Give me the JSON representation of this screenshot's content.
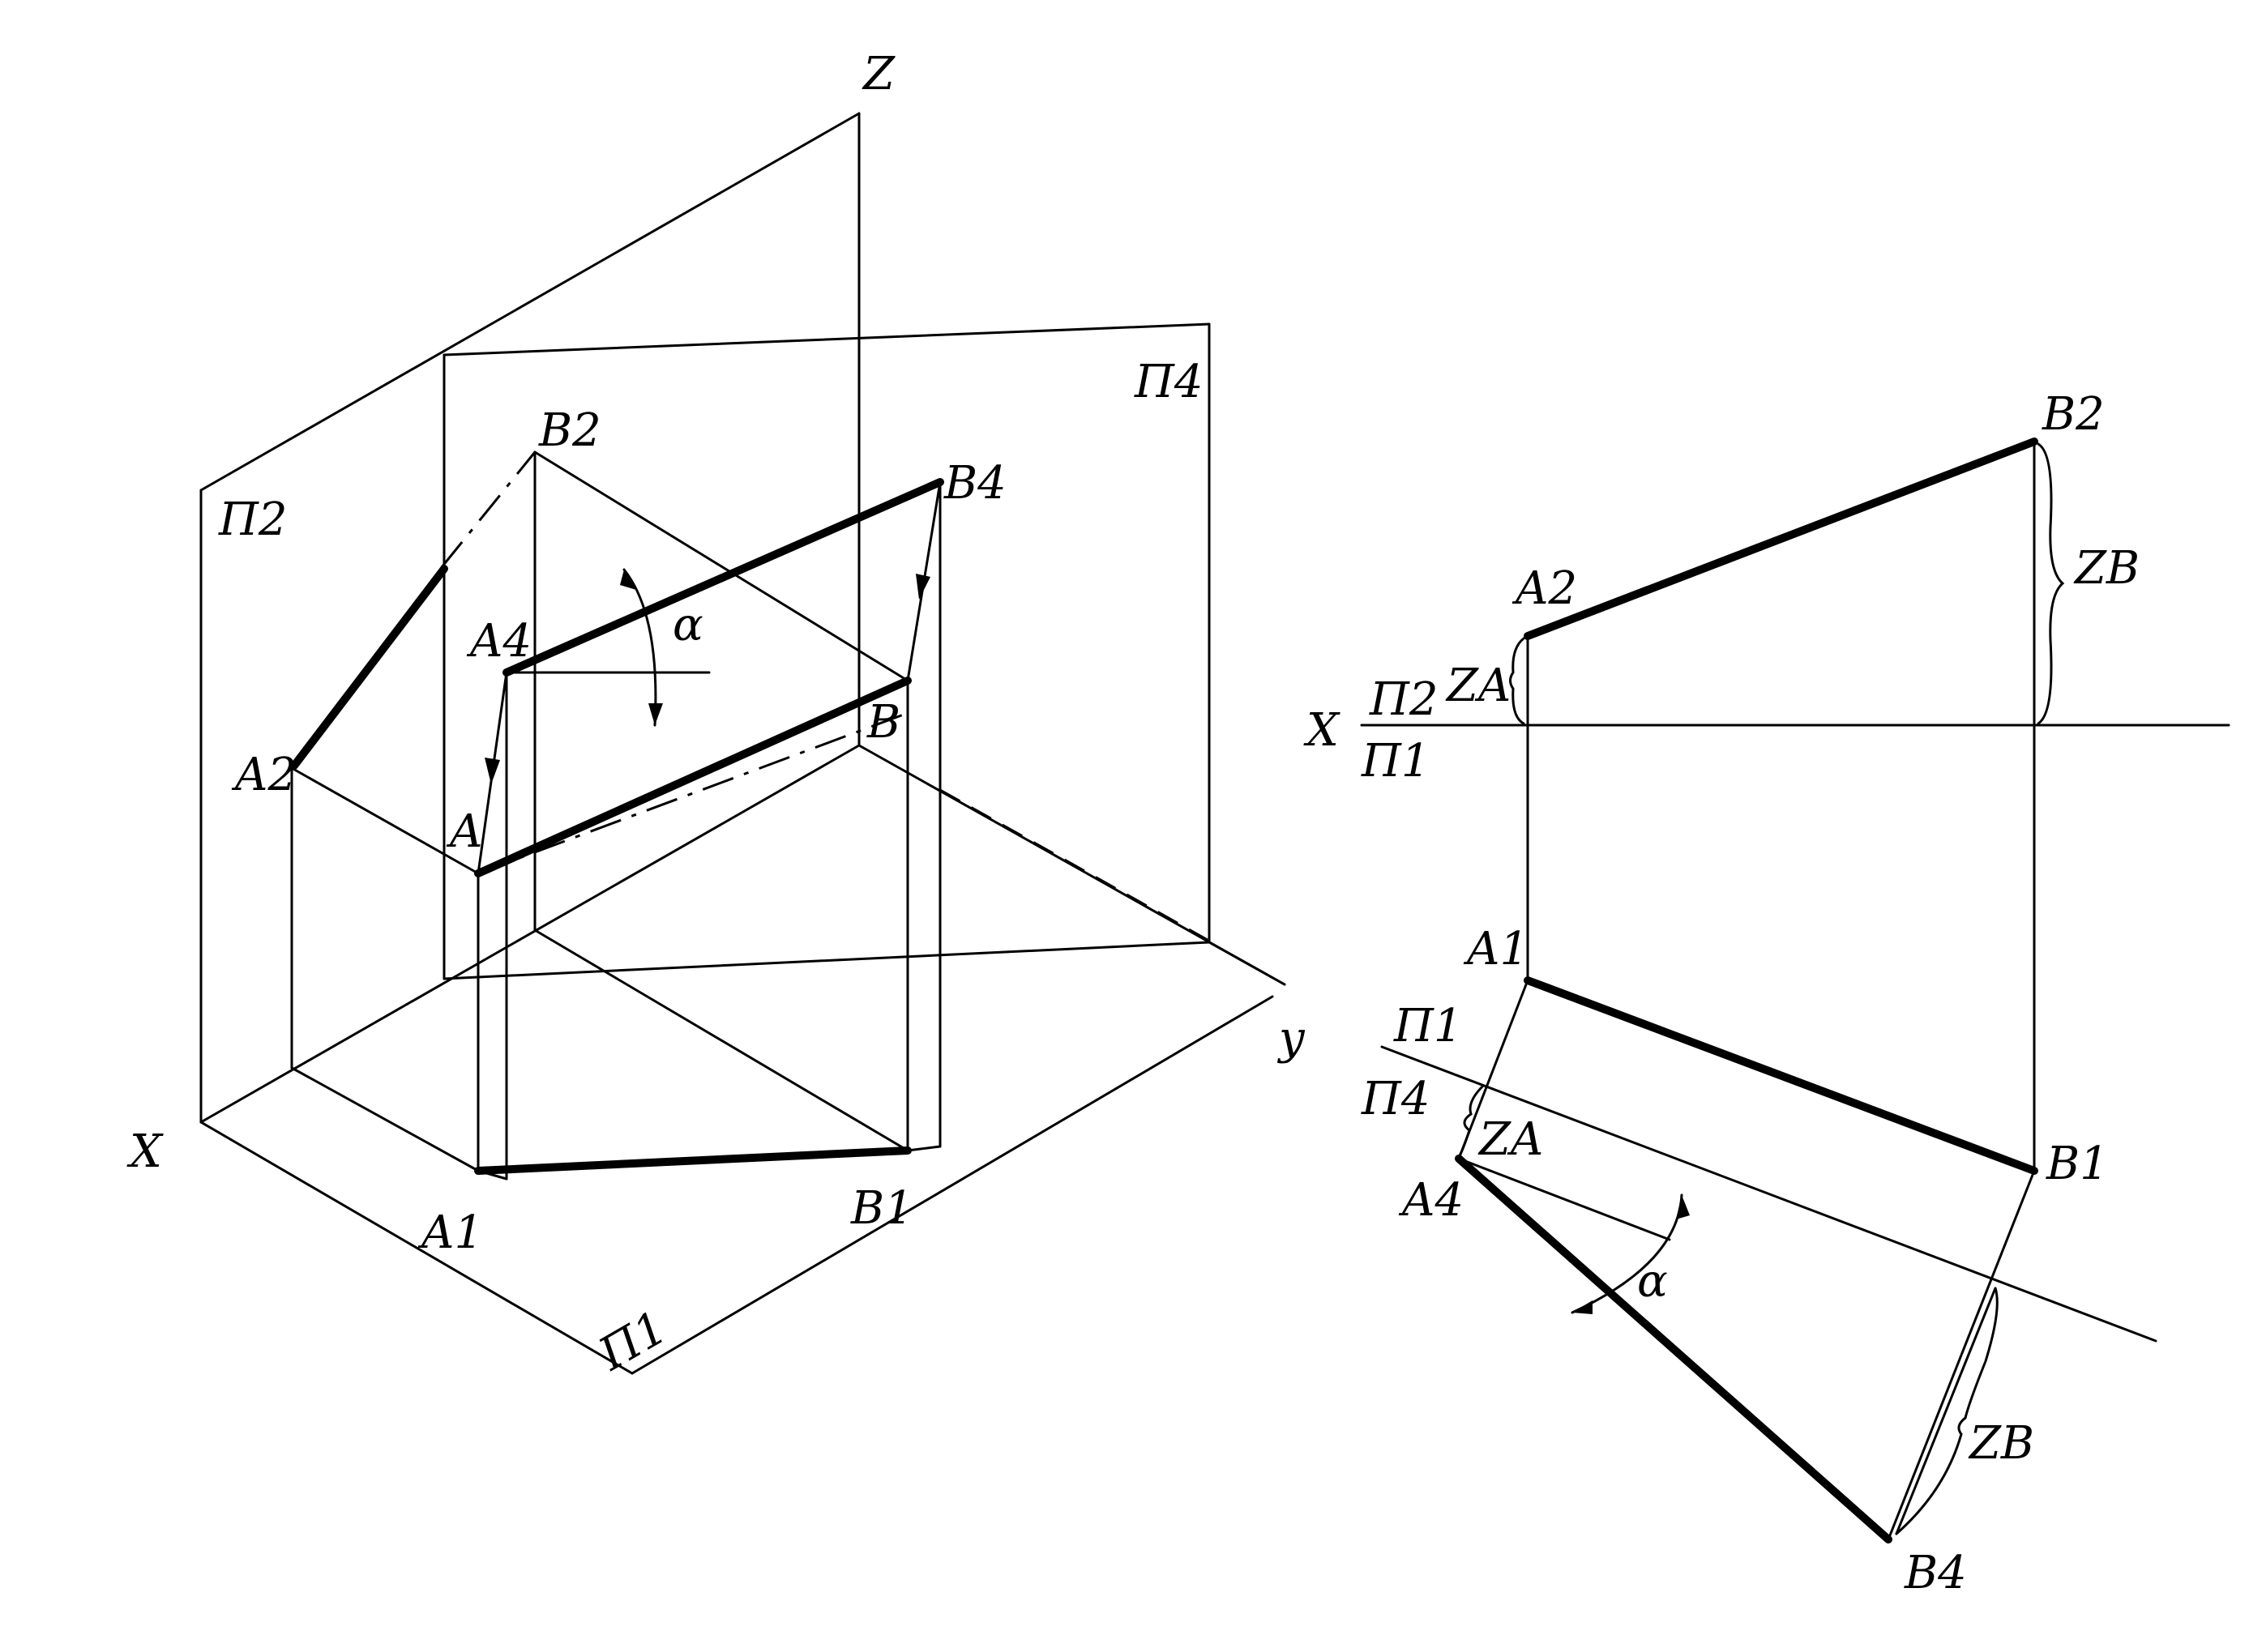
{
  "colors": {
    "ink": "#000000",
    "paper": "#ffffff"
  },
  "pictorial": {
    "axis_z": "Z",
    "axis_x": "X",
    "axis_y": "y",
    "plane_p2": "П2",
    "plane_p4": "П4",
    "plane_p1": "П1",
    "pt_a": "A",
    "pt_b": "B",
    "pt_a1": "A1",
    "pt_b1": "B1",
    "pt_a2": "A2",
    "pt_b2": "B2",
    "pt_a4": "A4",
    "pt_b4": "B4",
    "angle": "α"
  },
  "epure": {
    "axis_x": "X",
    "frac_p2": "П2",
    "frac_p1": "П1",
    "frac2_top": "П1",
    "frac2_bottom": "П4",
    "pt_a2": "A2",
    "pt_b2": "B2",
    "pt_a1": "A1",
    "pt_b1": "B1",
    "pt_a4": "A4",
    "pt_b4": "B4",
    "dim_za_top": "ZA",
    "dim_zb_top": "ZB",
    "dim_za_bottom": "ZA",
    "dim_zb_bottom": "ZB",
    "angle": "α"
  }
}
